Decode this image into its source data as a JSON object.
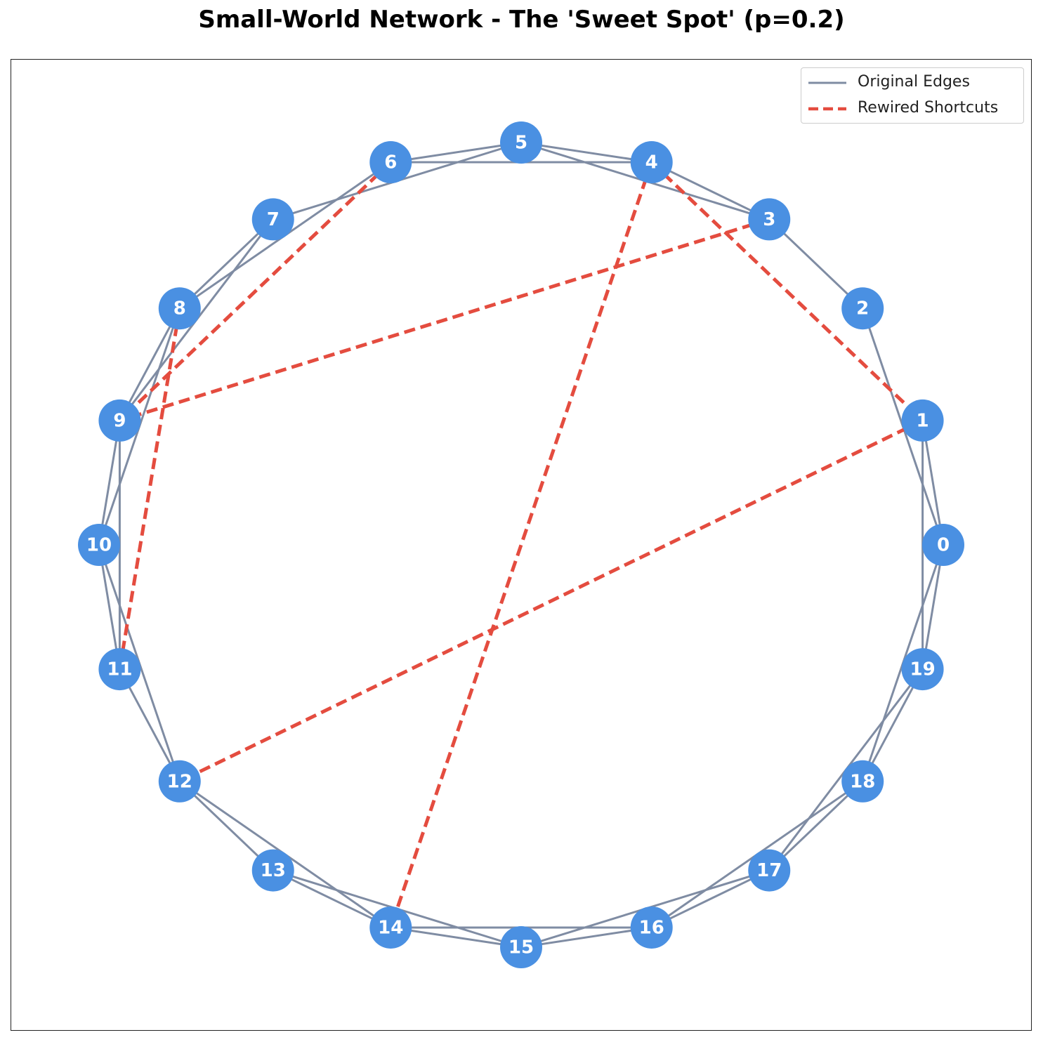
{
  "title": "Small-World Network - The 'Sweet Spot' (p=0.2)",
  "colors": {
    "node": "#4a90e2",
    "node_label": "#ffffff",
    "original_edge": "#7f8ca3",
    "shortcut_edge": "#e44c3f"
  },
  "legend": {
    "original": "Original Edges",
    "rewired": "Rewired Shortcuts"
  },
  "graph": {
    "node_count": 20,
    "original_edges": [
      [
        0,
        1
      ],
      [
        0,
        2
      ],
      [
        0,
        19
      ],
      [
        0,
        18
      ],
      [
        1,
        19
      ],
      [
        2,
        3
      ],
      [
        3,
        4
      ],
      [
        3,
        5
      ],
      [
        4,
        5
      ],
      [
        4,
        6
      ],
      [
        5,
        6
      ],
      [
        5,
        7
      ],
      [
        6,
        8
      ],
      [
        7,
        8
      ],
      [
        7,
        9
      ],
      [
        8,
        9
      ],
      [
        8,
        10
      ],
      [
        9,
        10
      ],
      [
        9,
        11
      ],
      [
        10,
        11
      ],
      [
        10,
        12
      ],
      [
        11,
        12
      ],
      [
        12,
        13
      ],
      [
        12,
        14
      ],
      [
        13,
        14
      ],
      [
        13,
        15
      ],
      [
        14,
        15
      ],
      [
        14,
        16
      ],
      [
        15,
        16
      ],
      [
        15,
        17
      ],
      [
        16,
        17
      ],
      [
        16,
        18
      ],
      [
        17,
        18
      ],
      [
        17,
        19
      ],
      [
        18,
        19
      ]
    ],
    "shortcut_edges": [
      [
        4,
        1
      ],
      [
        4,
        14
      ],
      [
        3,
        9
      ],
      [
        6,
        9
      ],
      [
        8,
        11
      ],
      [
        1,
        12
      ]
    ]
  }
}
